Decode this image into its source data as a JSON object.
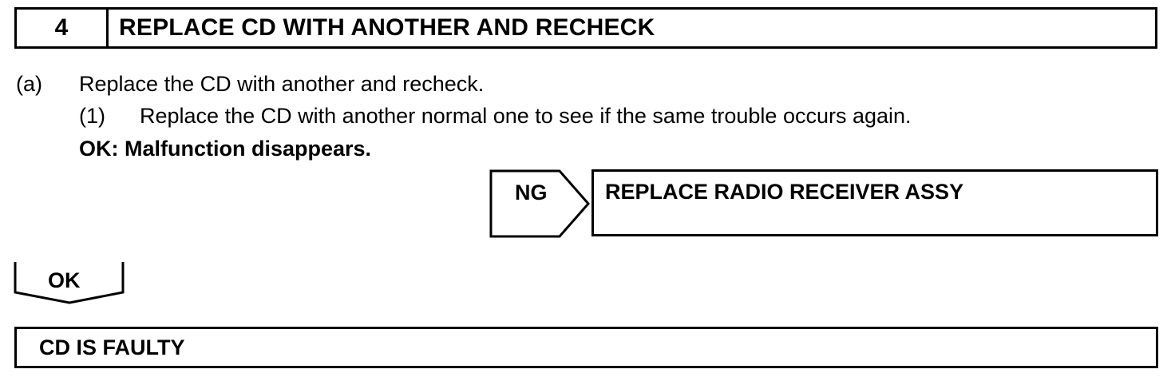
{
  "step": {
    "number": "4",
    "title": "REPLACE CD WITH ANOTHER AND RECHECK"
  },
  "instructions": {
    "a_label": "(a)",
    "a_text": "Replace the CD with another and recheck.",
    "sub1_label": "(1)",
    "sub1_text": "Replace the CD with another normal one to see if the same trouble occurs again.",
    "ok_condition": "OK: Malfunction disappears."
  },
  "ng_branch": {
    "label": "NG",
    "result": "REPLACE RADIO RECEIVER ASSY"
  },
  "ok_branch": {
    "label": "OK",
    "result": "CD IS FAULTY"
  }
}
